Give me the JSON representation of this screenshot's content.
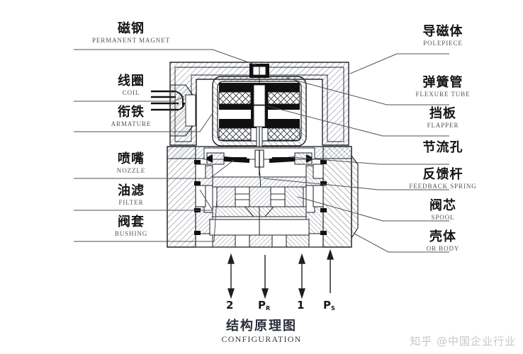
{
  "figure": {
    "caption_cn": "结构原理图",
    "caption_en": "CONFIGURATION",
    "watermark": "知乎 @中国企业行业",
    "background": "#ffffff",
    "line_color": "#1b1f24",
    "hatch_color": "#6f7680",
    "fill_black": "#101010"
  },
  "labels_left": [
    {
      "cn": "磁钢",
      "en": "PERMANENT MAGNET"
    },
    {
      "cn": "线圈",
      "en": "COIL"
    },
    {
      "cn": "衔铁",
      "en": "ARMATURE"
    },
    {
      "cn": "喷嘴",
      "en": "NOZZLE"
    },
    {
      "cn": "油滤",
      "en": "FILTER"
    },
    {
      "cn": "阀套",
      "en": "BUSHING"
    }
  ],
  "labels_right": [
    {
      "cn": "导磁体",
      "en": "POLEPIECE"
    },
    {
      "cn": "弹簧管",
      "en": "FLEXURE TUBE"
    },
    {
      "cn": "挡板",
      "en": "FLAPPER"
    },
    {
      "cn": "节流孔",
      "en": ""
    },
    {
      "cn": "反馈杆",
      "en": "FEEDBACK SPRING"
    },
    {
      "cn": "阀芯",
      "en": "SPOOL"
    },
    {
      "cn": "壳体",
      "en": "OR BODY"
    }
  ],
  "ports": [
    {
      "name": "2",
      "sub": "",
      "arrow": "both"
    },
    {
      "name": "P",
      "sub": "R",
      "arrow": "down"
    },
    {
      "name": "1",
      "sub": "",
      "arrow": "both"
    },
    {
      "name": "P",
      "sub": "S",
      "arrow": "up"
    }
  ]
}
